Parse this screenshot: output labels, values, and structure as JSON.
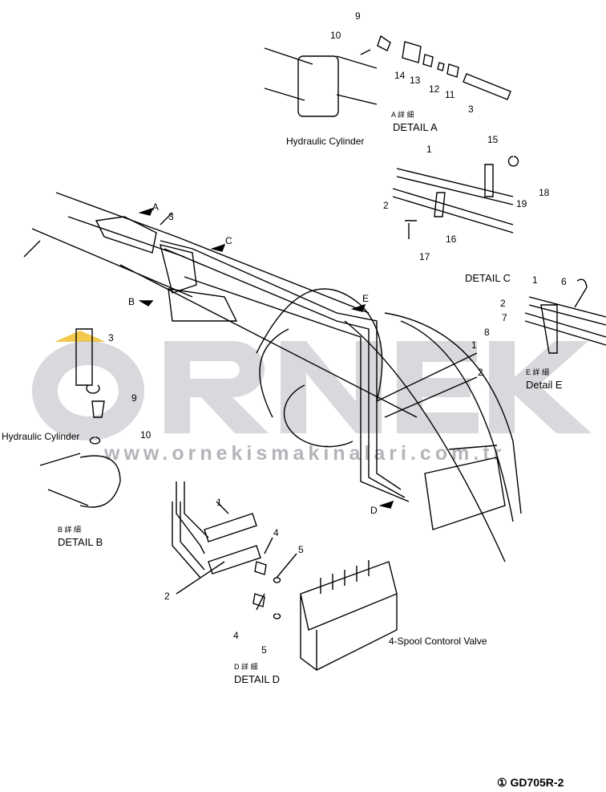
{
  "labels": {
    "hydraulic_cylinder_top": "Hydraulic Cylinder",
    "hydraulic_cylinder_left": "Hydraulic Cylinder",
    "detail_a_jp": "A 詳 細",
    "detail_a": "DETAIL A",
    "detail_b_jp": "B 詳 細",
    "detail_b": "DETAIL B",
    "detail_c": "DETAIL C",
    "detail_d_jp": "D 詳 細",
    "detail_d": "DETAIL D",
    "detail_e_jp": "E 詳 細",
    "detail_e": "Detail E",
    "valve": "4-Spool Contorol Valve",
    "figure_code": "① GD705R-2"
  },
  "arrows": {
    "a": "A",
    "b": "B",
    "c": "C",
    "d": "D",
    "e": "E"
  },
  "part_numbers": [
    "1",
    "2",
    "3",
    "4",
    "5",
    "6",
    "7",
    "8",
    "9",
    "10",
    "11",
    "12",
    "13",
    "14",
    "15",
    "16",
    "17",
    "18",
    "19"
  ],
  "watermark": {
    "text": "ORNEK",
    "url": "www.ornekismakinalari.com.tr"
  }
}
